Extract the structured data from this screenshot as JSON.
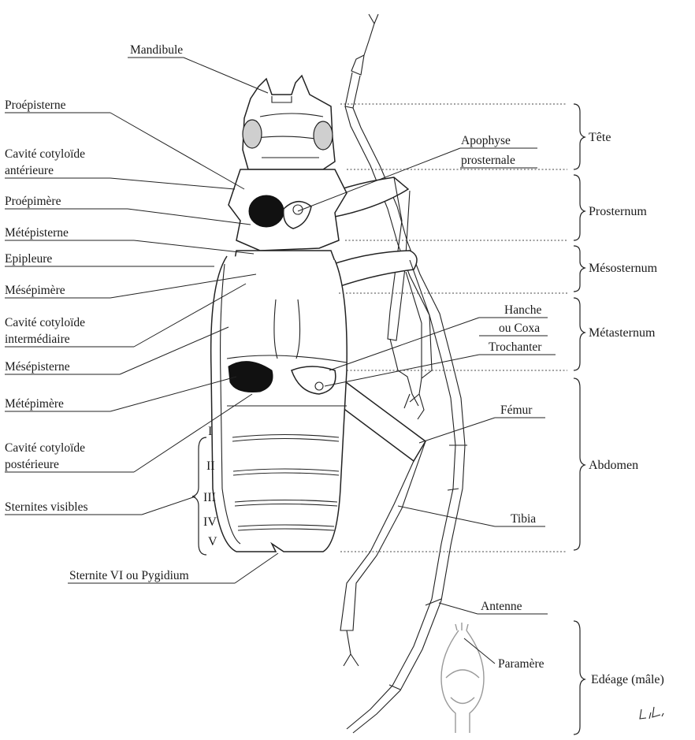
{
  "figure": {
    "labels_left": {
      "mandibule": "Mandibule",
      "proepisterne": "Proépisterne",
      "cavite_ant_1": "Cavité cotyloïde",
      "cavite_ant_2": "antérieure",
      "proepimere": "Proépimère",
      "metepisterne": "Métépisterne",
      "epipleure": "Epipleure",
      "mesepimere": "Mésépimère",
      "cavite_int_1": "Cavité cotyloïde",
      "cavite_int_2": "intermédiaire",
      "mesepisterne": "Mésépisterne",
      "metepimere": "Métépimère",
      "cavite_post_1": "Cavité cotyloïde",
      "cavite_post_2": "postérieure",
      "sternites": "Sternites visibles",
      "sternite_vi": "Sternite VI ou Pygidium"
    },
    "labels_right": {
      "apophyse_1": "Apophyse",
      "apophyse_2": "prosternale",
      "hanche_1": "Hanche",
      "hanche_2": "ou Coxa",
      "trochanter": "Trochanter",
      "femur": "Fémur",
      "tibia": "Tibia",
      "antenne": "Antenne",
      "paramere": "Paramère"
    },
    "regions": {
      "tete": "Tête",
      "prosternum": "Prosternum",
      "mesosternum": "Mésosternum",
      "metasternum": "Métasternum",
      "abdomen": "Abdomen",
      "edeage": "Edéage (mâle)"
    },
    "sternite_numerals": [
      "I",
      "II",
      "III",
      "IV",
      "V"
    ],
    "signature": "L.L."
  }
}
